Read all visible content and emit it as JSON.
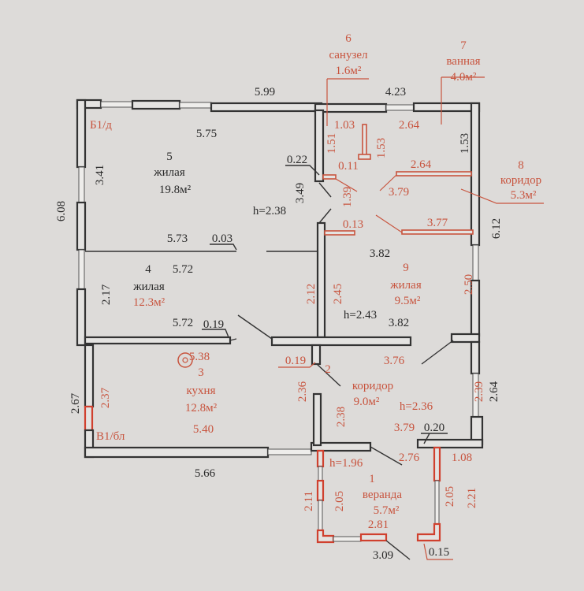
{
  "plan": {
    "window_labels": {
      "b1": "Б1/д",
      "v1": "В1/бл"
    },
    "rooms": [
      {
        "num": "1",
        "name": "веранда",
        "area": "5.7м²",
        "height": "h=1.96"
      },
      {
        "num": "2",
        "name": "коридор",
        "area": "9.0м²",
        "height": "h=2.36"
      },
      {
        "num": "3",
        "name": "кухня",
        "area": "12.8м²"
      },
      {
        "num": "4",
        "name": "жилая",
        "area": "12.3м²"
      },
      {
        "num": "5",
        "name": "жилая",
        "area": "19.8м²",
        "height": "h=2.38"
      },
      {
        "num": "6",
        "name": "санузел",
        "area": "1.6м²"
      },
      {
        "num": "7",
        "name": "ванная",
        "area": "4.0м²"
      },
      {
        "num": "8",
        "name": "коридор",
        "area": "5.3м²"
      },
      {
        "num": "9",
        "name": "жилая",
        "area": "9.5м²",
        "height": "h=2.43"
      }
    ],
    "dims_black": [
      "5.99",
      "4.23",
      "6.08",
      "5.75",
      "3.41",
      "0.22",
      "3.49",
      "5.73",
      "0.03",
      "5.72",
      "2.17",
      "5.72",
      "0.19",
      "1.53",
      "6.12",
      "3.82",
      "3.82",
      "2.67",
      "2.64",
      "0.20",
      "5.66"
    ],
    "dims_red": [
      "1.03",
      "2.64",
      "1.51",
      "1.53",
      "0.11",
      "2.64",
      "1.39",
      "3.79",
      "0.13",
      "3.77",
      "2.12",
      "2.45",
      "2.50",
      "5.38",
      "0.19",
      "3.76",
      "2.37",
      "2.36",
      "2.38",
      "2.39",
      "5.40",
      "3.79",
      "2.76",
      "1.08",
      "2.11",
      "2.05",
      "2.05",
      "2.21",
      "2.81",
      "3.09",
      "0.15"
    ],
    "colors": {
      "wall": "#333333",
      "red": "#c8543e",
      "paper": "#dddbd9"
    }
  }
}
